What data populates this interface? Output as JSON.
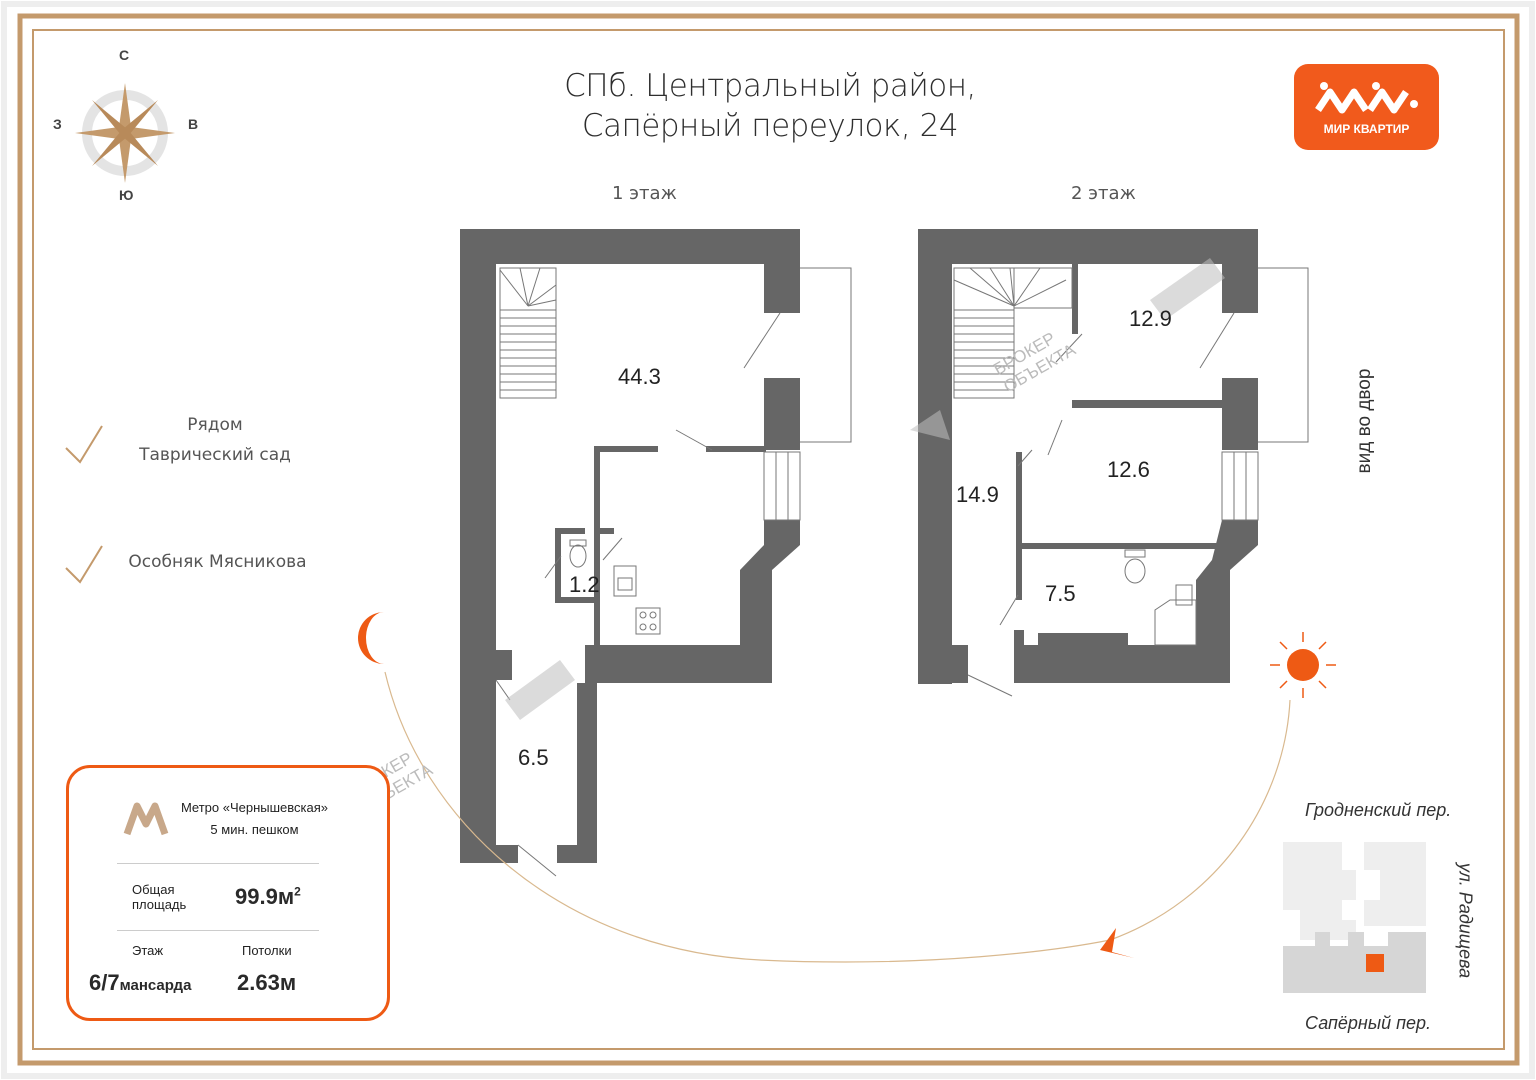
{
  "header": {
    "title_line1": "СПб. Центральный район,",
    "title_line2": "Сапёрный переулок, 24"
  },
  "logo": {
    "text": "МИР КВАРТИР",
    "icon": "mir-kvartir-logo-icon",
    "color": "#f15a1c"
  },
  "compass": {
    "north": "С",
    "south": "Ю",
    "west": "З",
    "east": "В"
  },
  "floors": [
    {
      "label": "1 этаж",
      "rooms": [
        "44.3",
        "1.2",
        "6.5"
      ]
    },
    {
      "label": "2 этаж",
      "rooms": [
        "12.9",
        "12.6",
        "14.9",
        "7.5"
      ]
    }
  ],
  "view_label": "вид во двор",
  "nearby": [
    {
      "line1": "Рядом",
      "line2": "Таврический сад"
    },
    {
      "line1": "Особняк Мясникова"
    }
  ],
  "watermark": {
    "line1": "БРОКЕР",
    "line2": "ОБЪЕКТА"
  },
  "info": {
    "metro_name": "Метро «Чернышевская»",
    "metro_walk": "5 мин. пешком",
    "area_label_1": "Общая",
    "area_label_2": "площадь",
    "area_value": "99.9м",
    "area_sup": "2",
    "floor_label": "Этаж",
    "floor_value": "6/7",
    "floor_suffix": "мансарда",
    "ceiling_label": "Потолки",
    "ceiling_value": "2.63м"
  },
  "map": {
    "street_top": "Гродненский пер.",
    "street_right": "ул. Радищева",
    "street_bottom": "Сапёрный пер."
  },
  "colors": {
    "accent": "#ee5a14",
    "wall": "#666666",
    "frame": "#c49a6c"
  }
}
